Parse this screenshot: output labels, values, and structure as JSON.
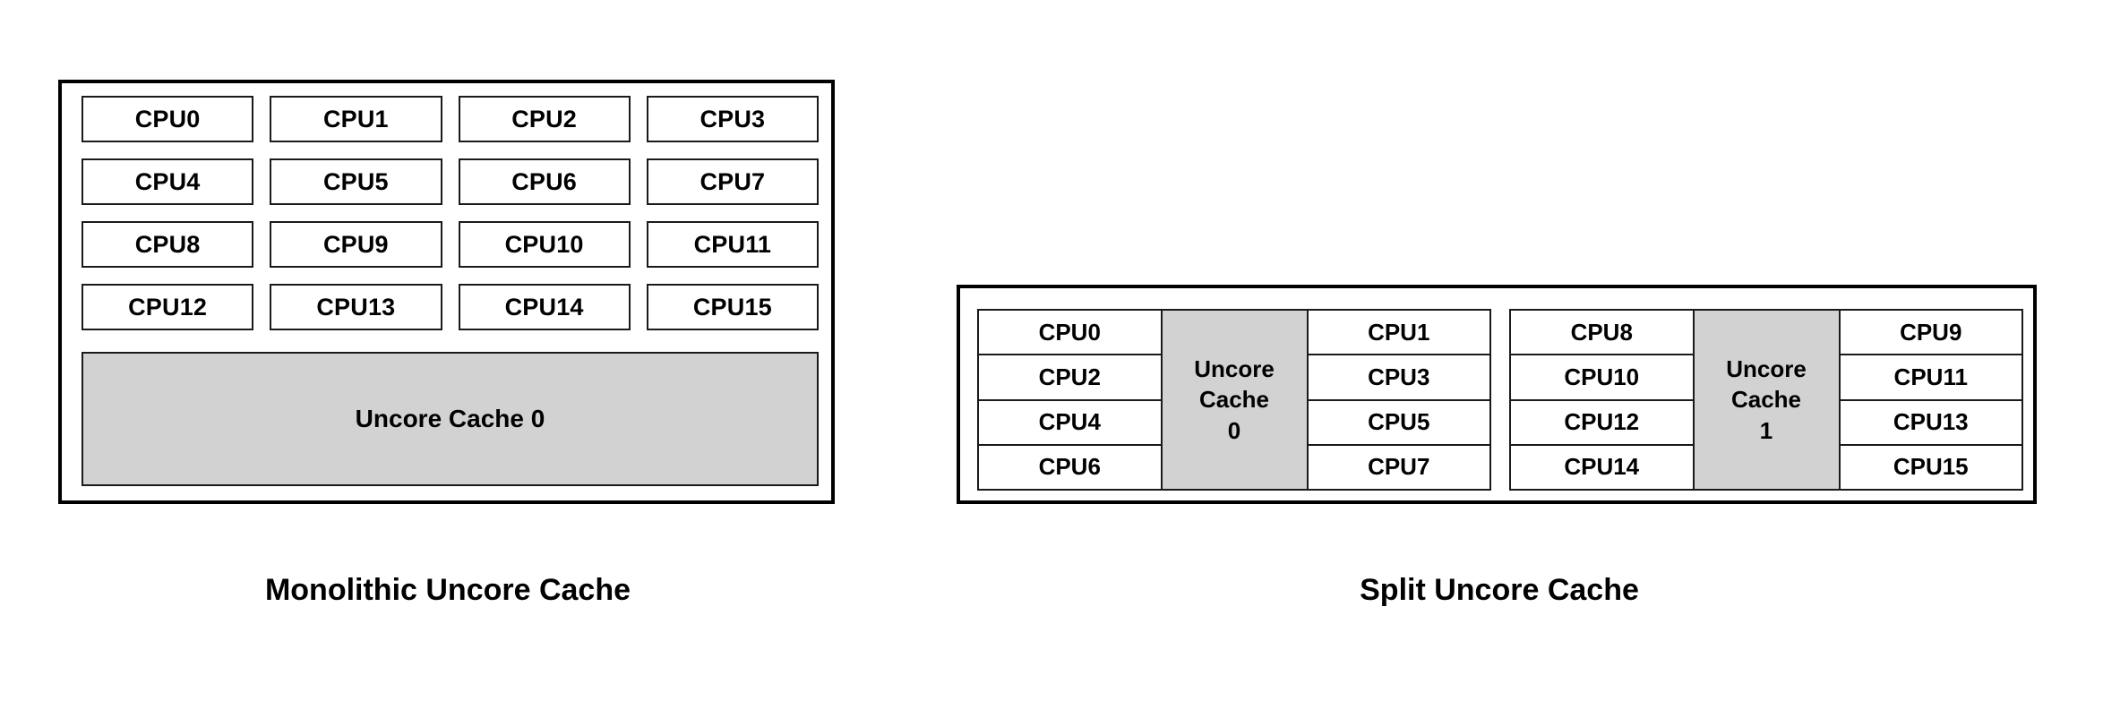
{
  "figures": {
    "monolithic": {
      "caption": "Monolithic Uncore Cache",
      "cpu_rows": [
        [
          "CPU0",
          "CPU1",
          "CPU2",
          "CPU3"
        ],
        [
          "CPU4",
          "CPU5",
          "CPU6",
          "CPU7"
        ],
        [
          "CPU8",
          "CPU9",
          "CPU10",
          "CPU11"
        ],
        [
          "CPU12",
          "CPU13",
          "CPU14",
          "CPU15"
        ]
      ],
      "uncore_label": "Uncore Cache 0"
    },
    "split": {
      "caption": "Split Uncore Cache",
      "clusters": [
        {
          "left_cpus": [
            "CPU0",
            "CPU2",
            "CPU4",
            "CPU6"
          ],
          "uncore_lines": [
            "Uncore",
            "Cache",
            "0"
          ],
          "right_cpus": [
            "CPU1",
            "CPU3",
            "CPU5",
            "CPU7"
          ]
        },
        {
          "left_cpus": [
            "CPU8",
            "CPU10",
            "CPU12",
            "CPU14"
          ],
          "uncore_lines": [
            "Uncore",
            "Cache",
            "1"
          ],
          "right_cpus": [
            "CPU9",
            "CPU11",
            "CPU13",
            "CPU15"
          ]
        }
      ]
    }
  },
  "colors": {
    "background": "#ffffff",
    "outline": "#000000",
    "cell_outline": "#1a1a1a",
    "cache_fill": "#d2d2d2",
    "text": "#000000"
  }
}
